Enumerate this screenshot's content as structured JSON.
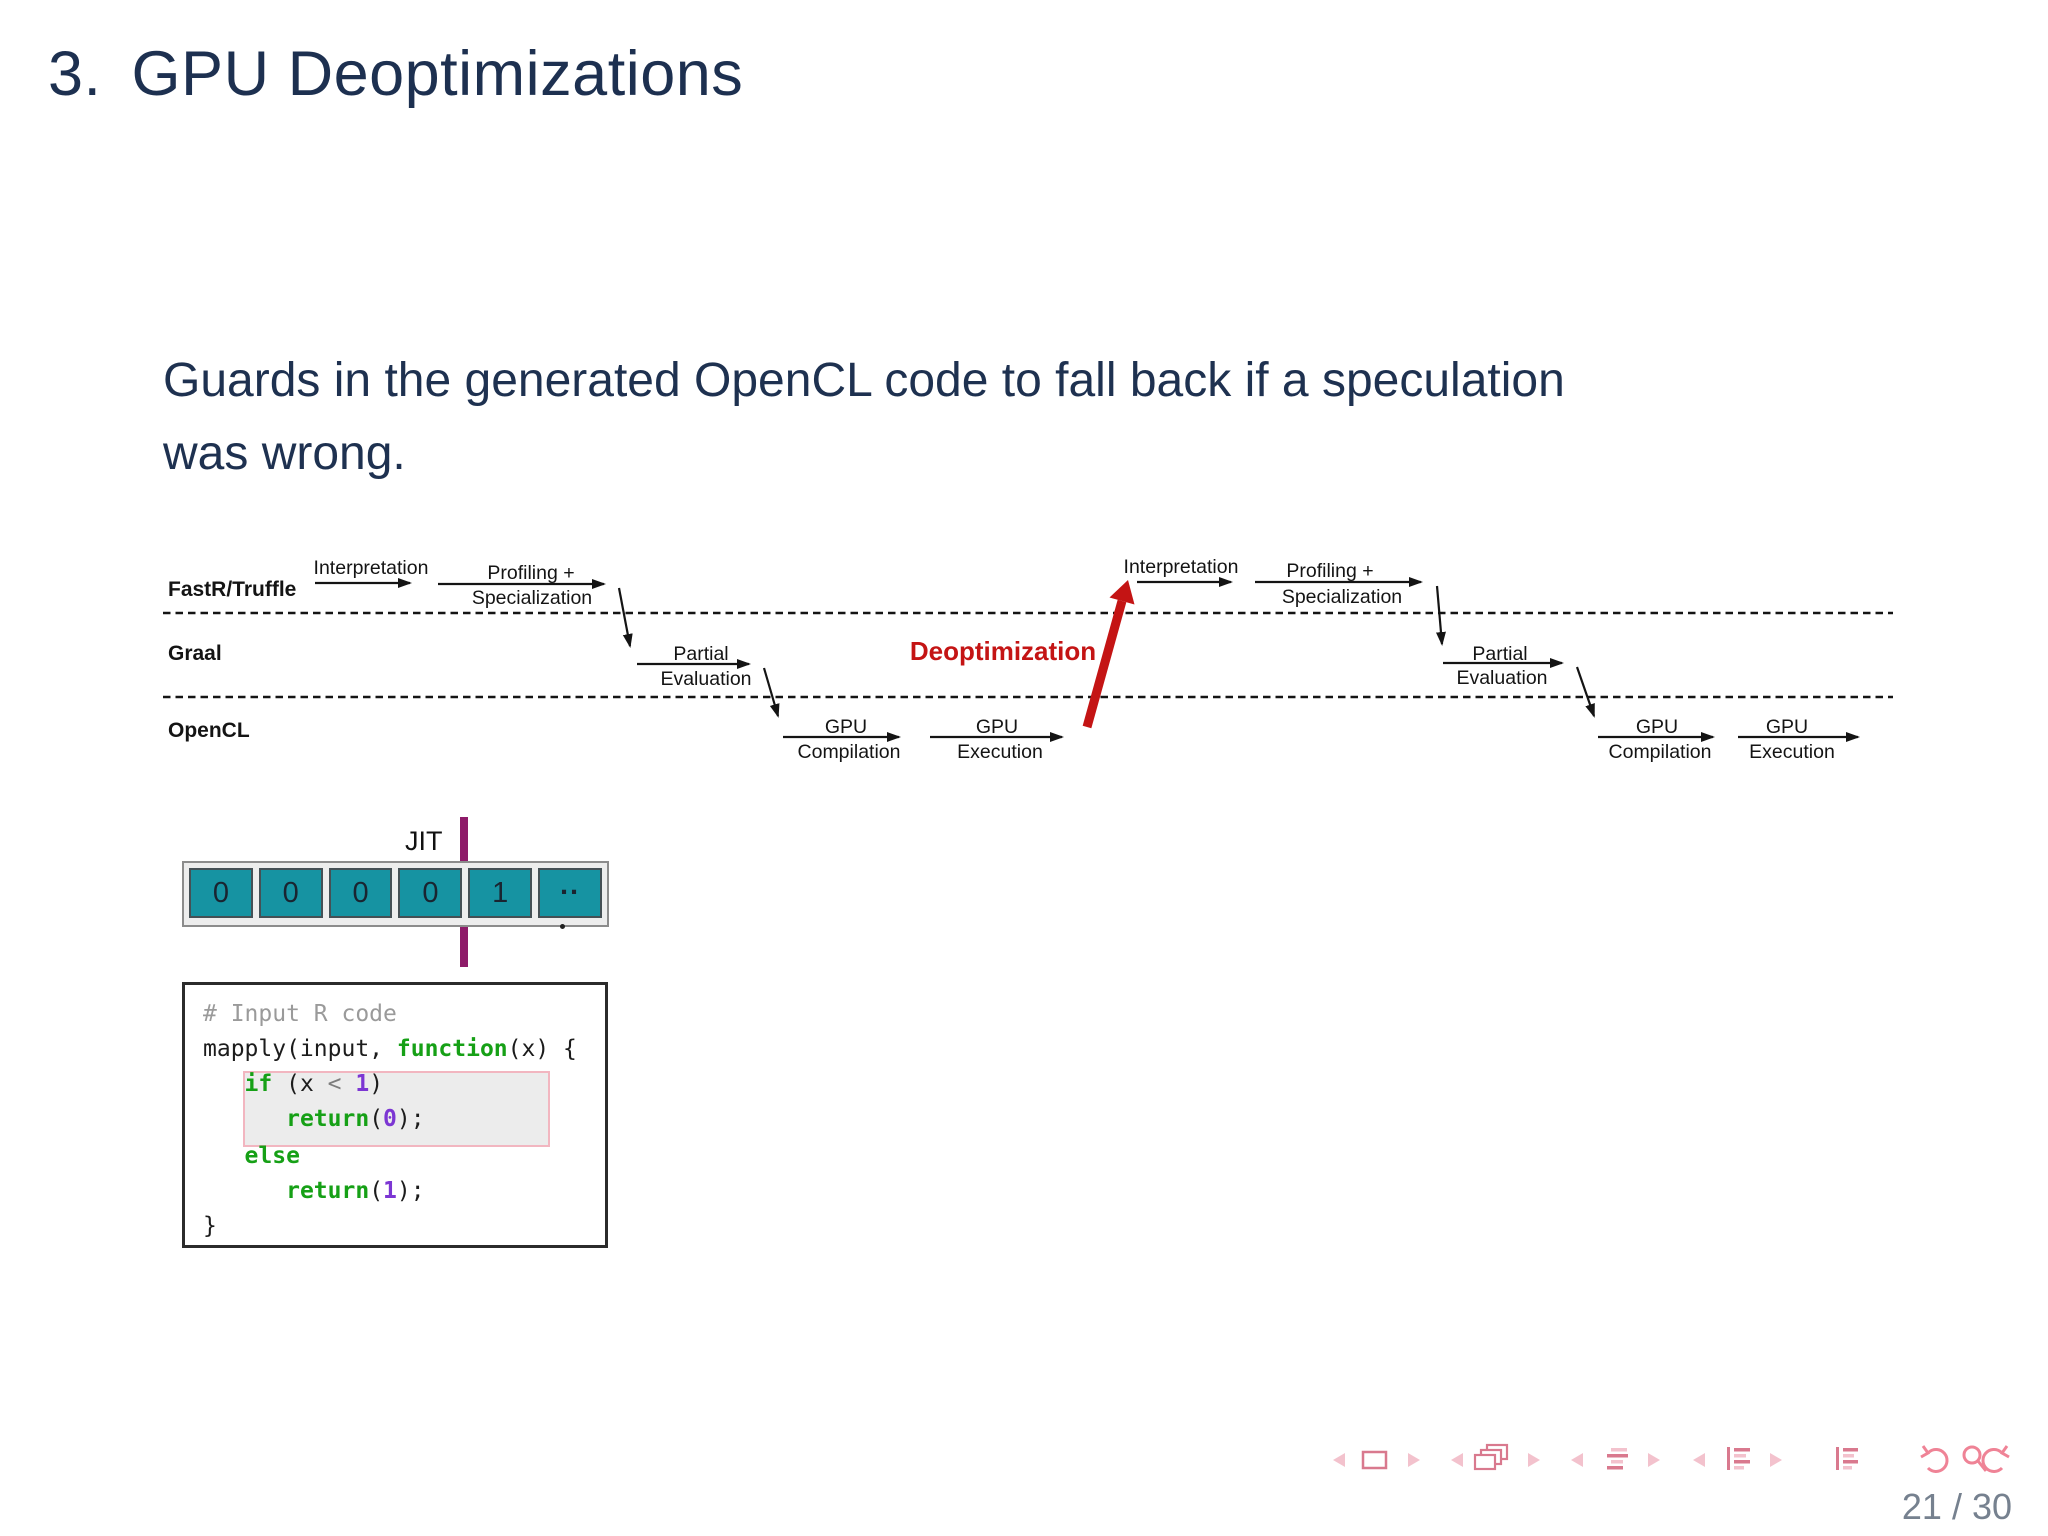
{
  "slide": {
    "title_number": "3.",
    "title_text": "GPU Deoptimizations",
    "body_line1": "Guards in the generated OpenCL code to fall back if a speculation",
    "body_line2": "was wrong.",
    "page_number": "21 / 30"
  },
  "diagram": {
    "lanes": [
      "FastR/Truffle",
      "Graal",
      "OpenCL"
    ],
    "labels": {
      "interpretation": "Interpretation",
      "profiling": "Profiling +",
      "specialization": "Specialization",
      "partial": "Partial",
      "evaluation": "Evaluation",
      "gpu": "GPU",
      "compilation": "Compilation",
      "execution": "Execution",
      "deoptimization": "Deoptimization"
    },
    "colors": {
      "deopt_red": "#c41414",
      "line_black": "#141414"
    }
  },
  "jit": {
    "label": "JIT",
    "cells": [
      "0",
      "0",
      "0",
      "0",
      "1",
      ".."
    ],
    "colors": {
      "cell_teal": "#1693a2",
      "cursor_purple": "#8e1b69"
    }
  },
  "code": {
    "colors": {
      "keyword_green": "#16a016",
      "number_violet": "#7c36d3",
      "comment_gray": "#9a9a9a"
    },
    "lines": [
      {
        "tokens": [
          {
            "text": "# Input R code",
            "cls": "c"
          }
        ]
      },
      {
        "tokens": [
          {
            "text": "mapply(input, ",
            "cls": "p"
          },
          {
            "text": "function",
            "cls": "k"
          },
          {
            "text": "(x) {",
            "cls": "p"
          }
        ]
      },
      {
        "tokens": [
          {
            "text": "   ",
            "cls": "p"
          },
          {
            "text": "if",
            "cls": "k"
          },
          {
            "text": " (x ",
            "cls": "p"
          },
          {
            "text": "<",
            "cls": "o"
          },
          {
            "text": " ",
            "cls": "p"
          },
          {
            "text": "1",
            "cls": "n"
          },
          {
            "text": ")",
            "cls": "p"
          }
        ]
      },
      {
        "tokens": [
          {
            "text": "      ",
            "cls": "p"
          },
          {
            "text": "return",
            "cls": "k"
          },
          {
            "text": "(",
            "cls": "p"
          },
          {
            "text": "0",
            "cls": "n"
          },
          {
            "text": ");",
            "cls": "p"
          }
        ]
      },
      {
        "tokens": [
          {
            "text": "   ",
            "cls": "p"
          },
          {
            "text": "else",
            "cls": "k"
          }
        ]
      },
      {
        "tokens": [
          {
            "text": "      ",
            "cls": "p"
          },
          {
            "text": "return",
            "cls": "k"
          },
          {
            "text": "(",
            "cls": "p"
          },
          {
            "text": "1",
            "cls": "n"
          },
          {
            "text": ");",
            "cls": "p"
          }
        ]
      },
      {
        "tokens": [
          {
            "text": "}",
            "cls": "p"
          }
        ]
      }
    ]
  },
  "nav": {
    "icons": [
      "prev-slide",
      "slide",
      "next-slide",
      "prev-frame",
      "frames",
      "next-frame",
      "prev-section",
      "section-list",
      "next-section",
      "prev-subsection",
      "subsection-list",
      "next-subsection",
      "appendix-list",
      "undo",
      "search",
      "redo"
    ],
    "colors": {
      "pink_light": "#f3c2cd",
      "pink_dark": "#d9798e"
    }
  }
}
